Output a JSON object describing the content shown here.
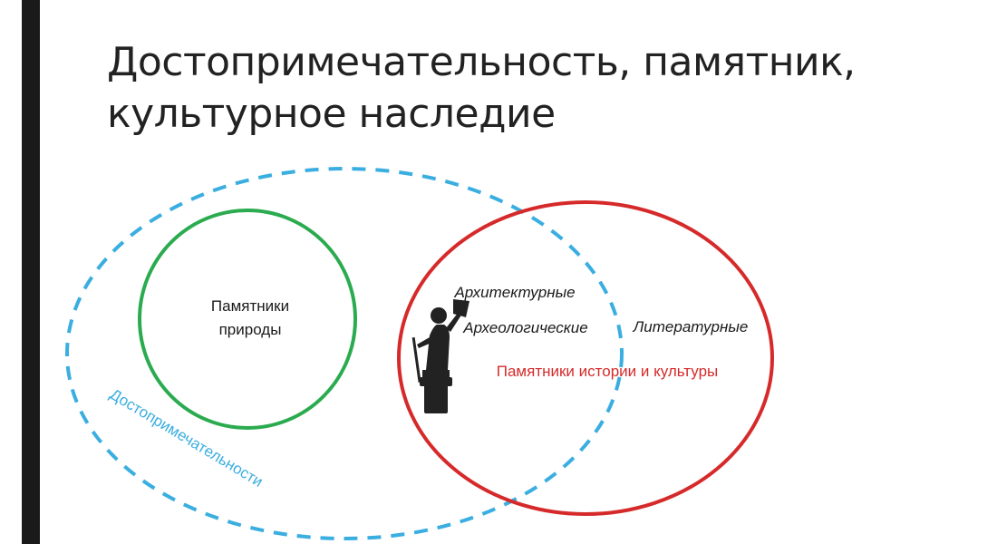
{
  "slide": {
    "title_line1": "Достопримечательность, памятник,",
    "title_line2": "культурное наследие"
  },
  "diagram": {
    "nature_monuments": {
      "line1": "Памятники",
      "line2": "природы",
      "color": "#2bab4f"
    },
    "history_culture_monuments": {
      "label": "Памятники истории и культуры",
      "color": "#d62a2a"
    },
    "subcategories": {
      "architectural": "Архитектурные",
      "archaeological": "Археологические",
      "literary": "Литературные"
    },
    "attractions": {
      "label": "Достопримечательности",
      "color": "#3aaee0"
    }
  }
}
